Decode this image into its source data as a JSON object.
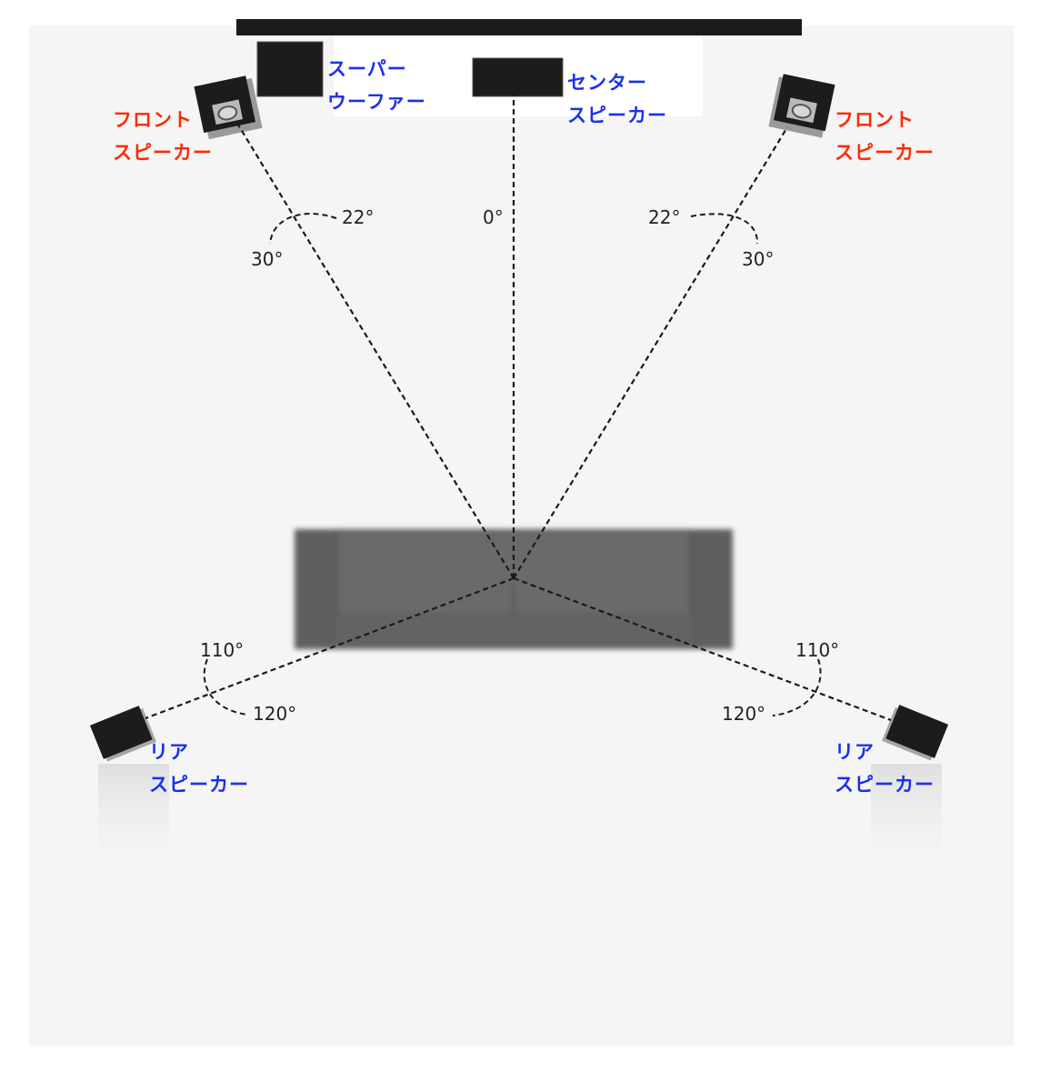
{
  "colors": {
    "front_label": "#ff2a00",
    "blue_label": "#1a2ff0",
    "speaker": "#1c1c1c",
    "sofa": "#5e5e5e",
    "screen": "#1a1a1a"
  },
  "labels": {
    "subwoofer": [
      "スーパー",
      "ウーファー"
    ],
    "center": [
      "センター",
      "スピーカー"
    ],
    "front_left": [
      "フロント",
      "スピーカー"
    ],
    "front_right": [
      "フロント",
      "スピーカー"
    ],
    "rear_left": [
      "リア",
      "スピーカー"
    ],
    "rear_right": [
      "リア",
      "スピーカー"
    ]
  },
  "angles": {
    "center": "0°",
    "front_left_inner": "22°",
    "front_left_outer": "30°",
    "front_right_inner": "22°",
    "front_right_outer": "30°",
    "rear_left_inner": "110°",
    "rear_left_outer": "120°",
    "rear_right_inner": "110°",
    "rear_right_outer": "120°"
  }
}
